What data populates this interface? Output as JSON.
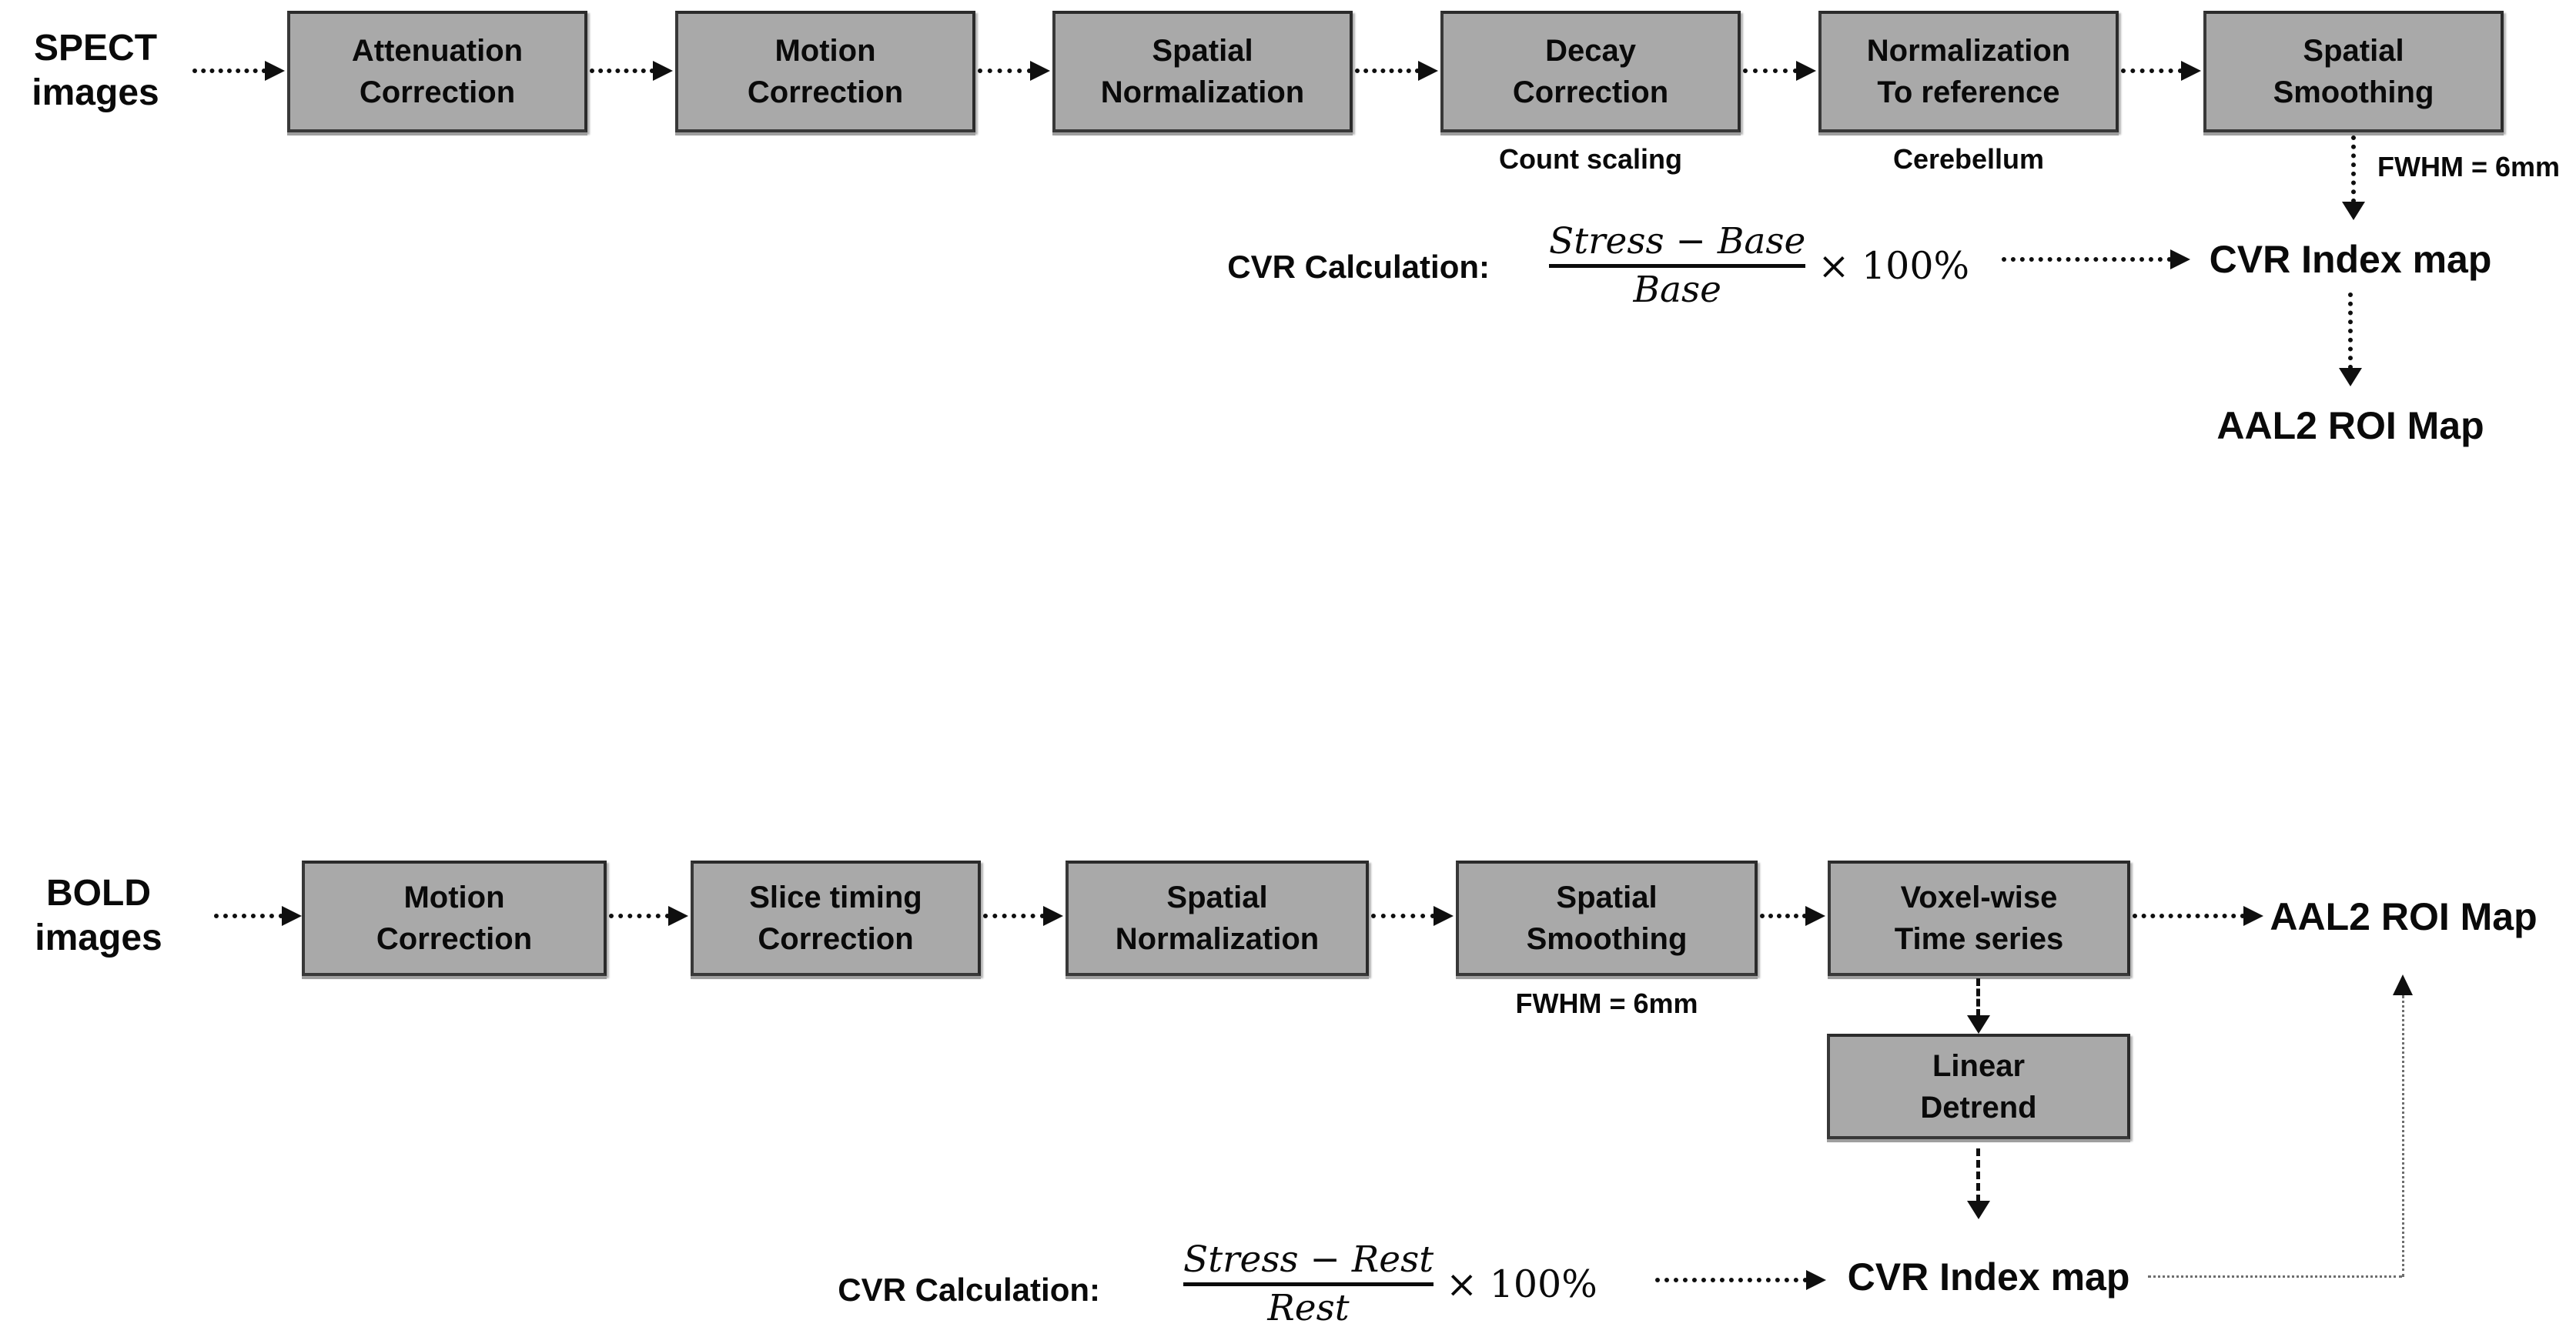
{
  "diagram": {
    "title_semantic": "SPECT and BOLD image processing pipelines",
    "colors": {
      "background": "#ffffff",
      "box_fill": "#a9a9a9",
      "box_border": "#383838",
      "text": "#0a0a0a",
      "connector_thin": "#6e6e6e"
    }
  },
  "spect": {
    "source_label": "SPECT\nimages",
    "boxes": [
      {
        "label": "Attenuation\nCorrection"
      },
      {
        "label": "Motion\nCorrection"
      },
      {
        "label": "Spatial\nNormalization"
      },
      {
        "label": "Decay\nCorrection",
        "sublabel": "Count scaling"
      },
      {
        "label": "Normalization\nTo reference",
        "sublabel": "Cerebellum"
      },
      {
        "label": "Spatial\nSmoothing",
        "sublabel": "FWHM = 6mm"
      }
    ],
    "cvr_label": "CVR Calculation:",
    "formula": {
      "numerator": "Stress − Base",
      "denominator": "Base",
      "multiplier": "× 100%"
    },
    "cvr_index_map": "CVR Index map",
    "aal2_roi_map": "AAL2 ROI Map"
  },
  "bold": {
    "source_label": "BOLD\nimages",
    "boxes": [
      {
        "label": "Motion\nCorrection"
      },
      {
        "label": "Slice timing\nCorrection"
      },
      {
        "label": "Spatial\nNormalization"
      },
      {
        "label": "Spatial\nSmoothing",
        "sublabel": "FWHM = 6mm"
      },
      {
        "label": "Voxel-wise\nTime series"
      }
    ],
    "linear_detrend": "Linear\nDetrend",
    "cvr_label": "CVR Calculation:",
    "formula": {
      "numerator": "Stress − Rest",
      "denominator": "Rest",
      "multiplier": "× 100%"
    },
    "cvr_index_map": "CVR Index map",
    "aal2_roi_map": "AAL2 ROI Map"
  }
}
